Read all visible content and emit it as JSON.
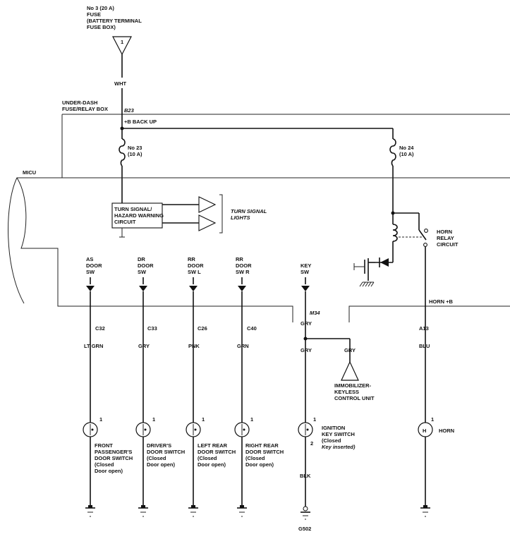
{
  "fuse3": {
    "line1": "No 3 (20 A)",
    "line2": "FUSE",
    "line3": "(BATTERY TERMINAL",
    "line4": "FUSE BOX)",
    "pin": "1"
  },
  "wire_white": "WHT",
  "underdash": {
    "line1": "UNDER-DASH",
    "line2": "FUSE/RELAY BOX",
    "terminal": "B23",
    "backup": "+B BACK UP"
  },
  "fuse23": {
    "line1": "No 23",
    "line2": "(10 A)"
  },
  "fuse24": {
    "line1": "No 24",
    "line2": "(10 A)"
  },
  "micu": "MICU",
  "turn_circuit": {
    "line1": "TURN SIGNAL/",
    "line2": "HAZARD WARNING",
    "line3": "CIRCUIT"
  },
  "turn_lights": {
    "line1": "TURN SIGNAL",
    "line2": "LIGHTS"
  },
  "horn_relay": {
    "line1": "HORN",
    "line2": "RELAY",
    "line3": "CIRCUIT"
  },
  "horn_b": "HORN +B",
  "m34": "M34",
  "switches": [
    {
      "l1": "AS",
      "l2": "DOOR",
      "l3": "SW",
      "connector": "C32",
      "wire": "LT GRN",
      "pin": "1",
      "d1": "FRONT",
      "d2": "PASSENGER'S",
      "d3": "DOOR SWITCH",
      "d4": "(Closed",
      "d5": "Door open)"
    },
    {
      "l1": "DR",
      "l2": "DOOR",
      "l3": "SW",
      "connector": "C33",
      "wire": "GRY",
      "pin": "1",
      "d1": "DRIVER'S",
      "d2": "DOOR SWITCH",
      "d3": "(Closed",
      "d4": "Door open)"
    },
    {
      "l1": "RR",
      "l2": "DOOR",
      "l3": "SW L",
      "connector": "C26",
      "wire": "PNK",
      "pin": "1",
      "d1": "LEFT REAR",
      "d2": "DOOR SWITCH",
      "d3": "(Closed",
      "d4": "Door open)"
    },
    {
      "l1": "RR",
      "l2": "DOOR",
      "l3": "SW R",
      "connector": "C40",
      "wire": "GRN",
      "pin": "1",
      "d1": "RIGHT REAR",
      "d2": "DOOR SWITCH",
      "d3": "(Closed",
      "d4": "Door open)"
    }
  ],
  "key": {
    "l1": "KEY",
    "l2": "SW",
    "wire_top": "GRY",
    "wire_mid": "GRY",
    "wire_branch": "GRY",
    "pin1": "1",
    "pin2": "2",
    "d1": "IGNITION",
    "d2": "KEY SWITCH",
    "d3": "(Closed",
    "d4": "Key inserted)",
    "wire_bottom": "BLK",
    "ground": "G502"
  },
  "immobilizer": {
    "line1": "IMMOBILIZER-",
    "line2": "KEYLESS",
    "line3": "CONTROL UNIT"
  },
  "horn": {
    "connector": "A13",
    "wire": "BLU",
    "pin": "1",
    "symbol": "H",
    "label": "HORN"
  }
}
